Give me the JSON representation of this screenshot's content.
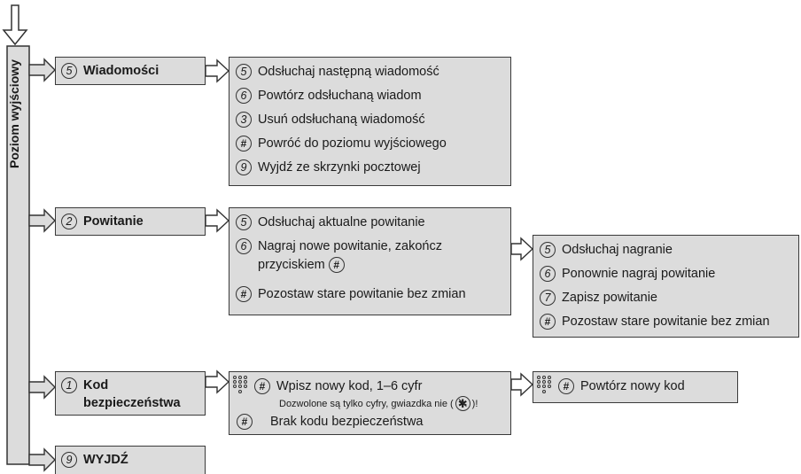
{
  "side_label": "Poziom wyjściowy",
  "menus": [
    {
      "key": "5",
      "label": "Wiadomości"
    },
    {
      "key": "2",
      "label": "Powitanie"
    },
    {
      "key": "1",
      "label_line1": "Kod",
      "label_line2": "bezpieczeństwa"
    },
    {
      "key": "9",
      "label": "WYJDŹ"
    }
  ],
  "messages_options": [
    {
      "key": "5",
      "text": "Odsłuchaj następną wiadomość"
    },
    {
      "key": "6",
      "text": "Powtórz odsłuchaną wiadom"
    },
    {
      "key": "3",
      "text": "Usuń odsłuchaną wiadomość"
    },
    {
      "key": "#",
      "text": "Powróć do poziomu wyjściowego"
    },
    {
      "key": "9",
      "text": "Wyjdź ze skrzynki pocztowej"
    }
  ],
  "greeting_options": [
    {
      "key": "5",
      "text": "Odsłuchaj aktualne powitanie"
    },
    {
      "key": "6",
      "text_line1": "Nagraj nowe powitanie, zakończ",
      "text_line2": "przyciskiem",
      "end_key": "#"
    },
    {
      "key": "#",
      "text": "Pozostaw stare powitanie bez zmian"
    }
  ],
  "recording_options": [
    {
      "key": "5",
      "text": "Odsłuchaj nagranie"
    },
    {
      "key": "6",
      "text": "Ponownie nagraj powitanie"
    },
    {
      "key": "7",
      "text": "Zapisz powitanie"
    },
    {
      "key": "#",
      "text": "Pozostaw stare powitanie bez zmian"
    }
  ],
  "code_options": {
    "line1_key": "#",
    "line1_text": "Wpisz nowy kod, 1–6 cyfr",
    "line1_note_before": "Dozwolone są tylko cyfry, gwiazdka nie (",
    "line1_note_after": ")!",
    "line2_key": "#",
    "line2_text": "Brak kodu bezpieczeństwa"
  },
  "code_confirm": {
    "key": "#",
    "text": "Powtórz nowy kod"
  }
}
